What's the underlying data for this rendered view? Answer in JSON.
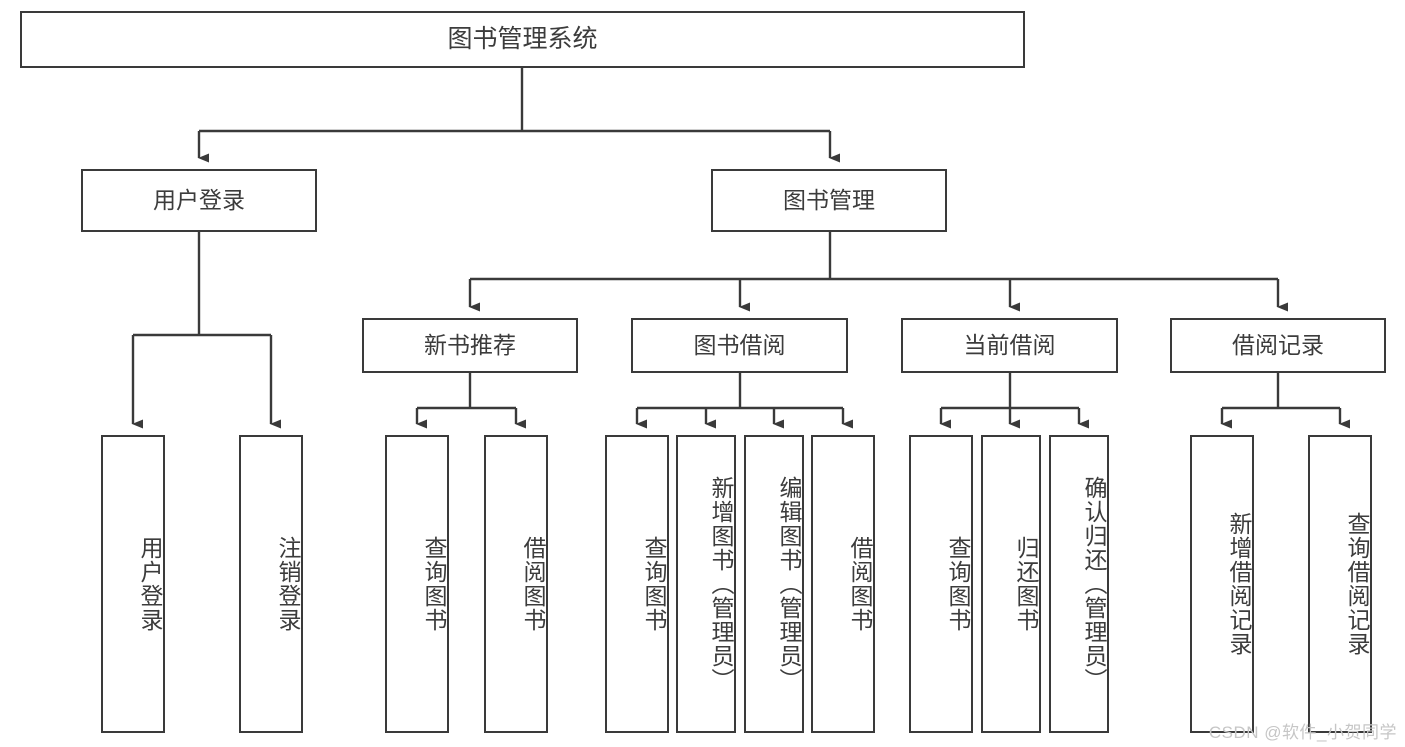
{
  "diagram": {
    "title": "图书管理系统",
    "type": "tree-hierarchy-chart",
    "root": {
      "id": "root",
      "label": "图书管理系统"
    },
    "level1": [
      {
        "id": "user-login",
        "label": "用户登录"
      },
      {
        "id": "book-manage",
        "label": "图书管理"
      }
    ],
    "level2": [
      {
        "id": "new-book-rec",
        "label": "新书推荐"
      },
      {
        "id": "book-borrow",
        "label": "图书借阅"
      },
      {
        "id": "current-borrow",
        "label": "当前借阅"
      },
      {
        "id": "borrow-record",
        "label": "借阅记录"
      }
    ],
    "leaves": {
      "user_login": [
        {
          "id": "leaf-user-login",
          "label": "用户登录"
        },
        {
          "id": "leaf-logout-login",
          "label": "注销登录"
        }
      ],
      "new_book_rec": [
        {
          "id": "leaf-query-book-1",
          "label": "查询图书"
        },
        {
          "id": "leaf-borrow-book-1",
          "label": "借阅图书"
        }
      ],
      "book_borrow": [
        {
          "id": "leaf-query-book-2",
          "label": "查询图书"
        },
        {
          "id": "leaf-add-book",
          "label": "新增图书（管理员）"
        },
        {
          "id": "leaf-edit-book",
          "label": "编辑图书（管理员）"
        },
        {
          "id": "leaf-borrow-book-2",
          "label": "借阅图书"
        }
      ],
      "current_borrow": [
        {
          "id": "leaf-query-book-3",
          "label": "查询图书"
        },
        {
          "id": "leaf-return-book",
          "label": "归还图书"
        },
        {
          "id": "leaf-confirm-return",
          "label": "确认归还（管理员）"
        }
      ],
      "borrow_record": [
        {
          "id": "leaf-add-record",
          "label": "新增借阅记录"
        },
        {
          "id": "leaf-query-record",
          "label": "查询借阅记录"
        }
      ]
    }
  },
  "watermark": {
    "text": "CSDN @软件_小贺同学"
  },
  "colors": {
    "stroke": "#3a3a3a",
    "text": "#3c3c3c",
    "background": "#ffffff",
    "watermark": "#c6c6c6"
  }
}
